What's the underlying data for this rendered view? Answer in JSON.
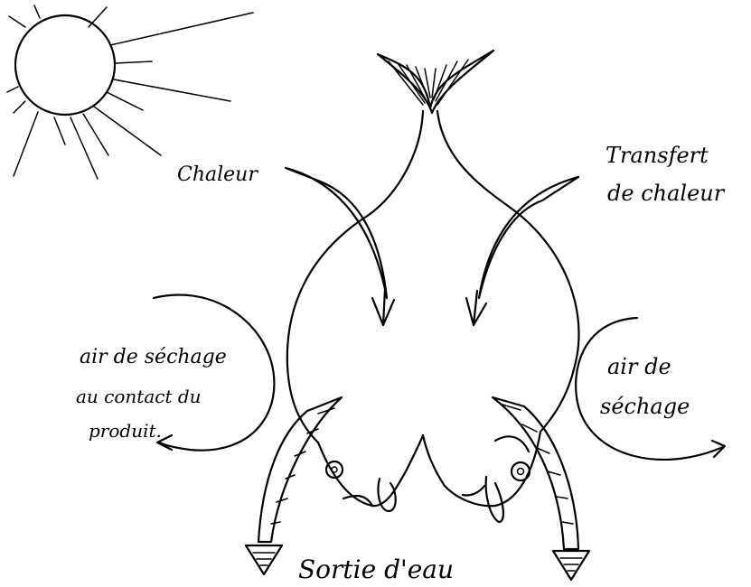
{
  "labels": {
    "heat": "Chaleur",
    "heat_transfer_line1": "Transfert",
    "heat_transfer_line2": "de chaleur",
    "air_contact_line1": "air de séchage",
    "air_contact_line2": "au contact du",
    "air_contact_line3": "produit.",
    "drying_air_line1": "air de",
    "drying_air_line2": "séchage",
    "water_out": "Sortie d'eau"
  },
  "icons": {
    "sun": "sun-icon",
    "fish": "fish-drawing"
  }
}
